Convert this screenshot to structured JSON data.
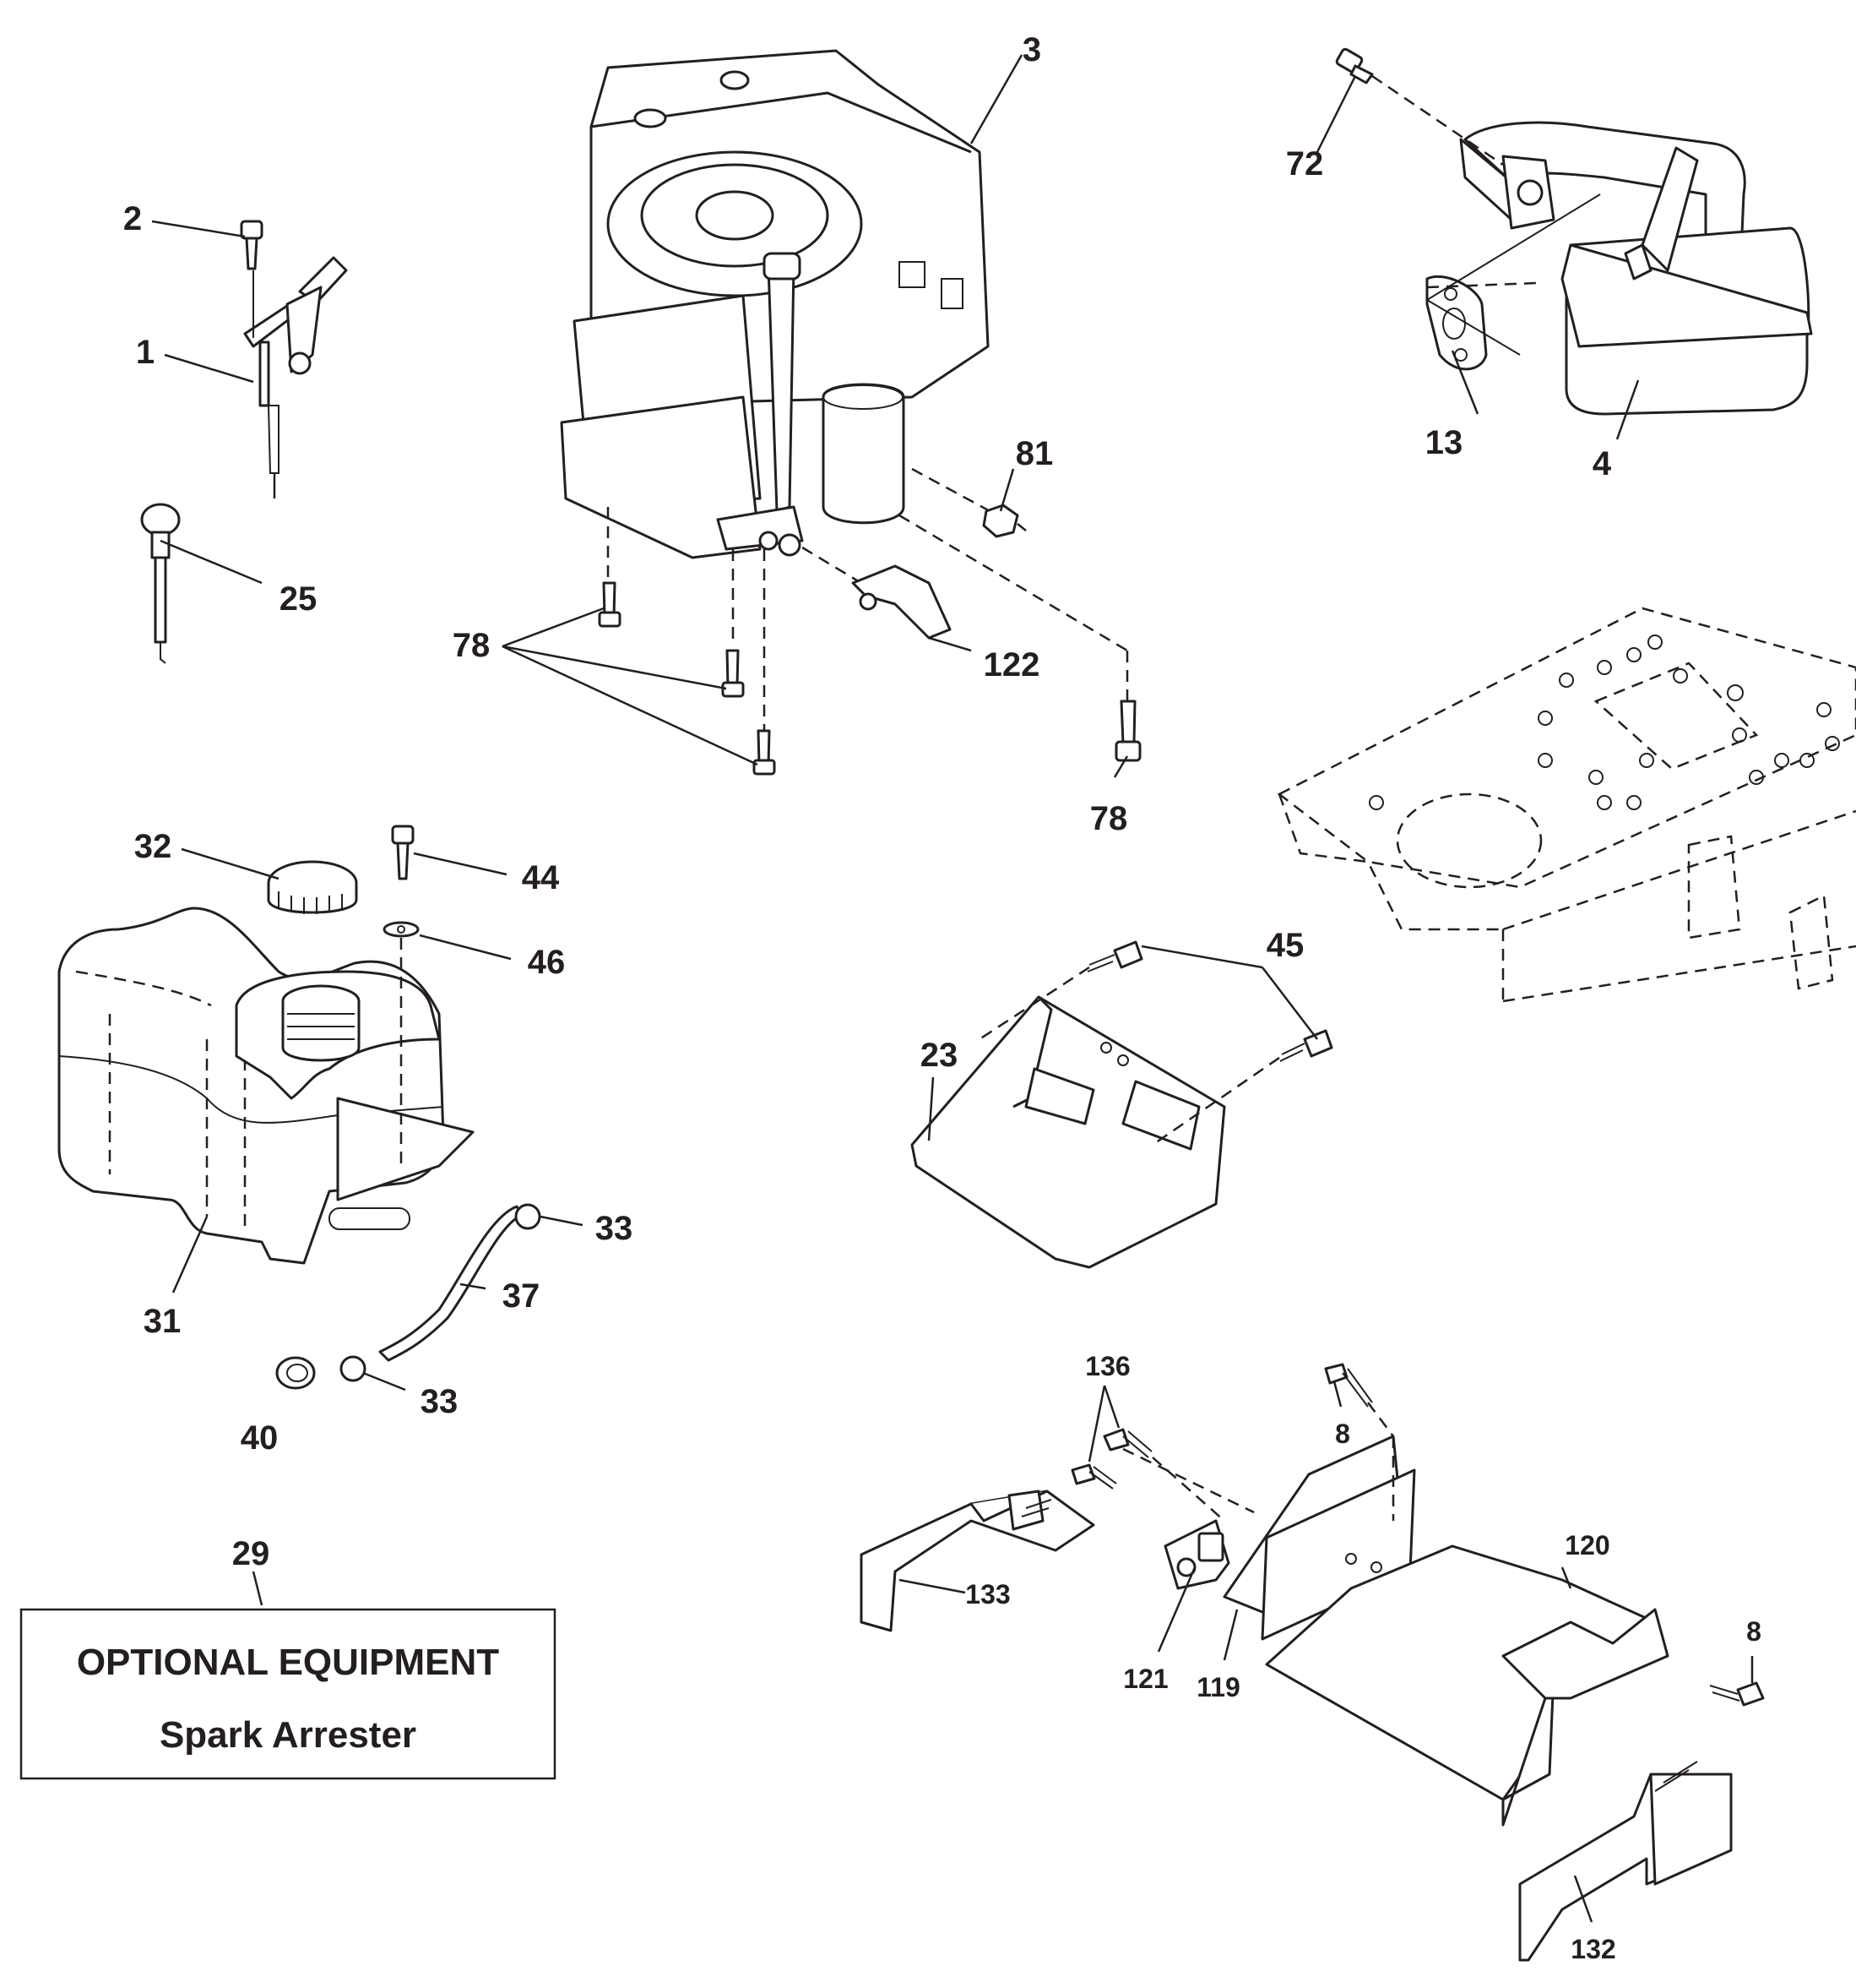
{
  "callouts": {
    "c1": "1",
    "c2": "2",
    "c3": "3",
    "c4": "4",
    "c13": "13",
    "c25": "25",
    "c72": "72",
    "c81": "81",
    "c78a": "78",
    "c78b": "78",
    "c122": "122",
    "c32": "32",
    "c44": "44",
    "c46": "46",
    "c45": "45",
    "c23": "23",
    "c31": "31",
    "c33a": "33",
    "c33b": "33",
    "c37": "37",
    "c40": "40",
    "c29": "29",
    "c136": "136",
    "c8a": "8",
    "c8b": "8",
    "c120": "120",
    "c133": "133",
    "c121": "121",
    "c119": "119",
    "c132": "132"
  },
  "optional_box": {
    "title": "OPTIONAL EQUIPMENT",
    "item": "Spark Arrester"
  }
}
